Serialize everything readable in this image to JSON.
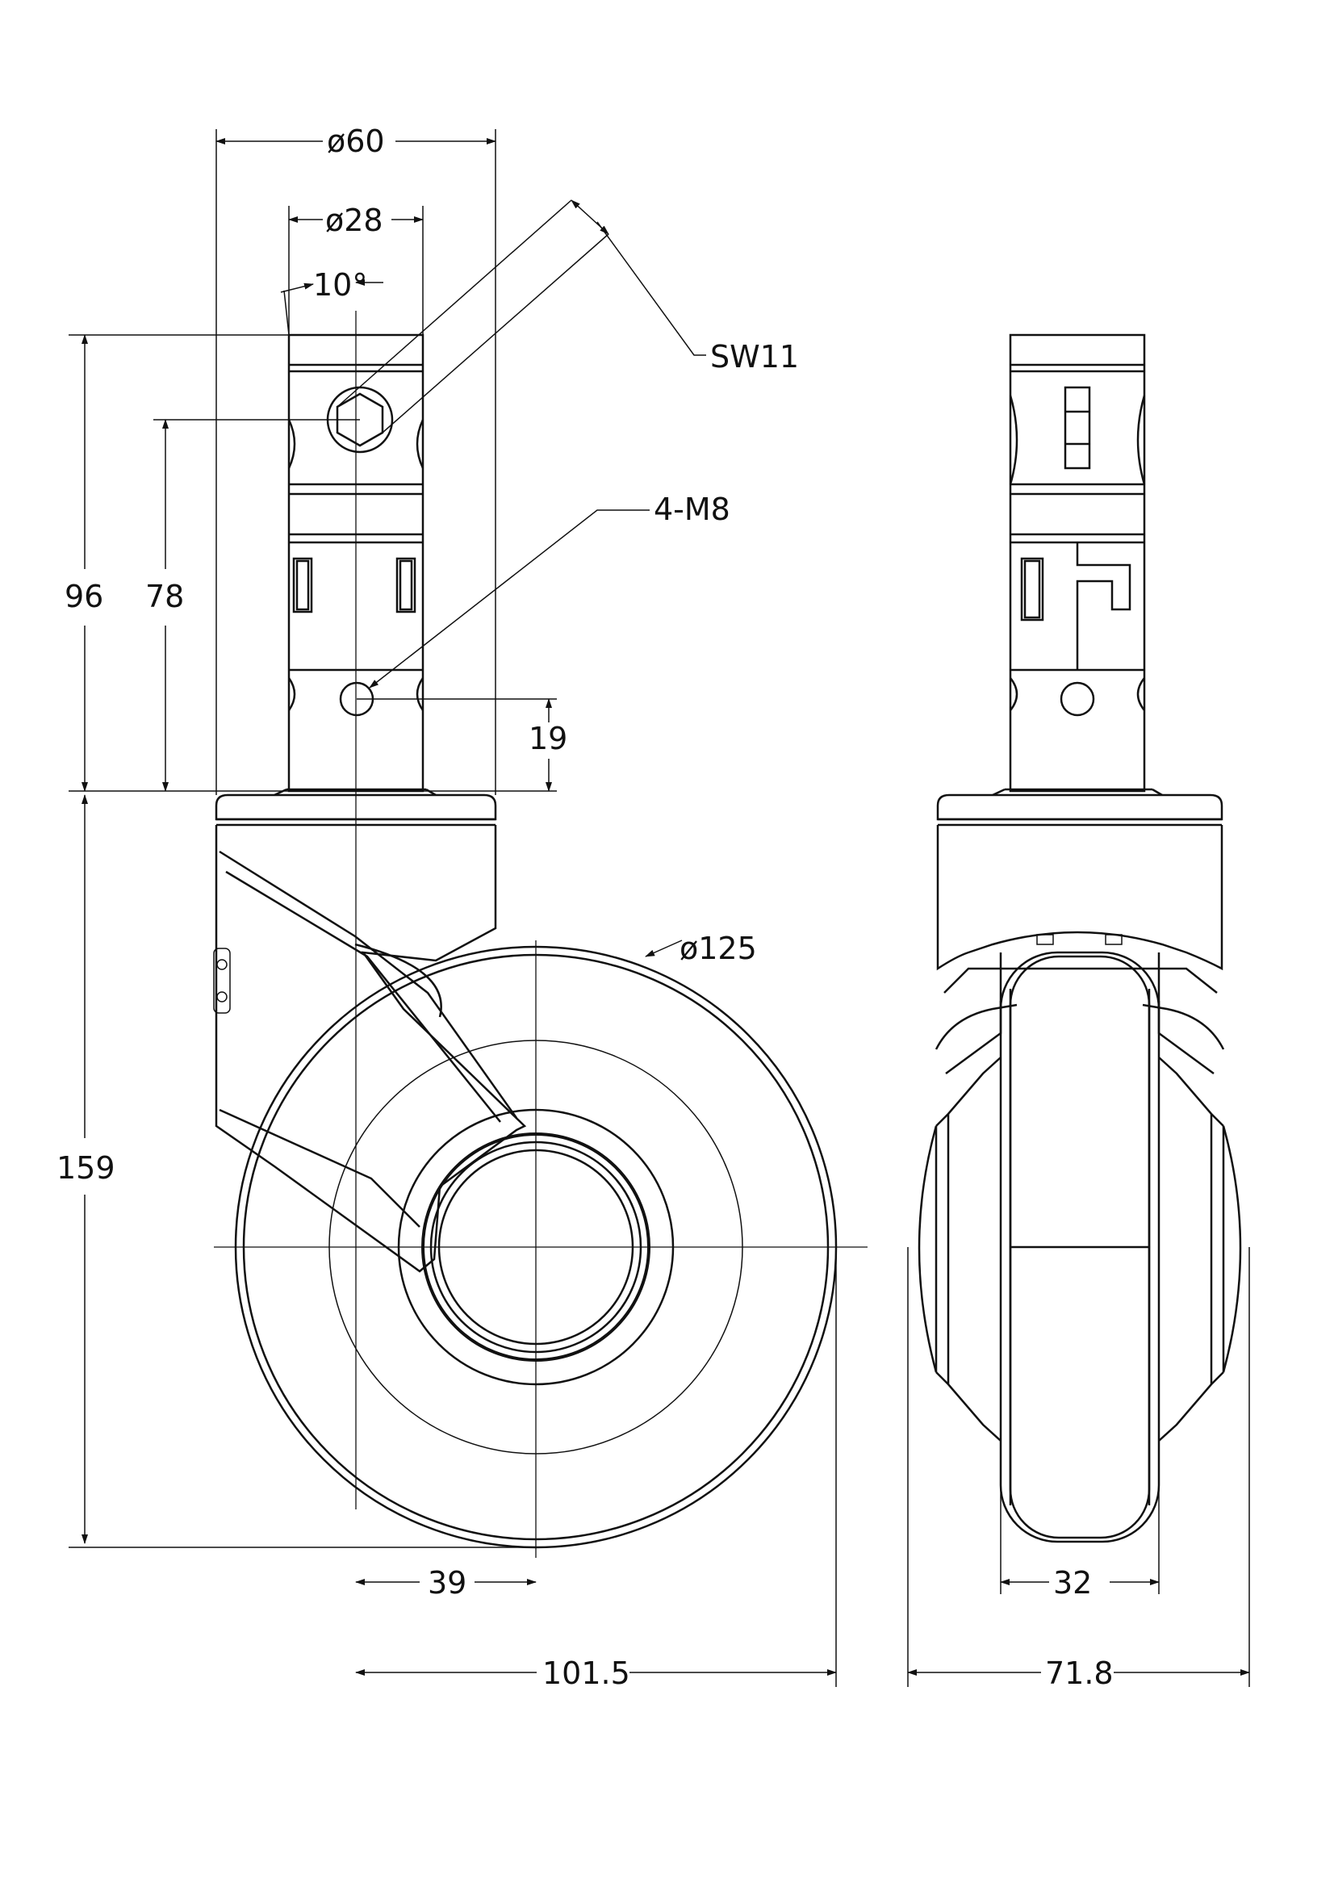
{
  "dimensions": {
    "top_diameter": "ø60",
    "stem_diameter": "ø28",
    "angle": "10°",
    "hex_size": "SW11",
    "thread": "4-M8",
    "height_96": "96",
    "height_78": "78",
    "height_19": "19",
    "total_height": "159",
    "wheel_diameter": "ø125",
    "offset_39": "39",
    "width_101_5": "101.5",
    "wheel_width_32": "32",
    "side_width_71_8": "71.8"
  },
  "colors": {
    "line": "#111111",
    "background": "#ffffff"
  }
}
